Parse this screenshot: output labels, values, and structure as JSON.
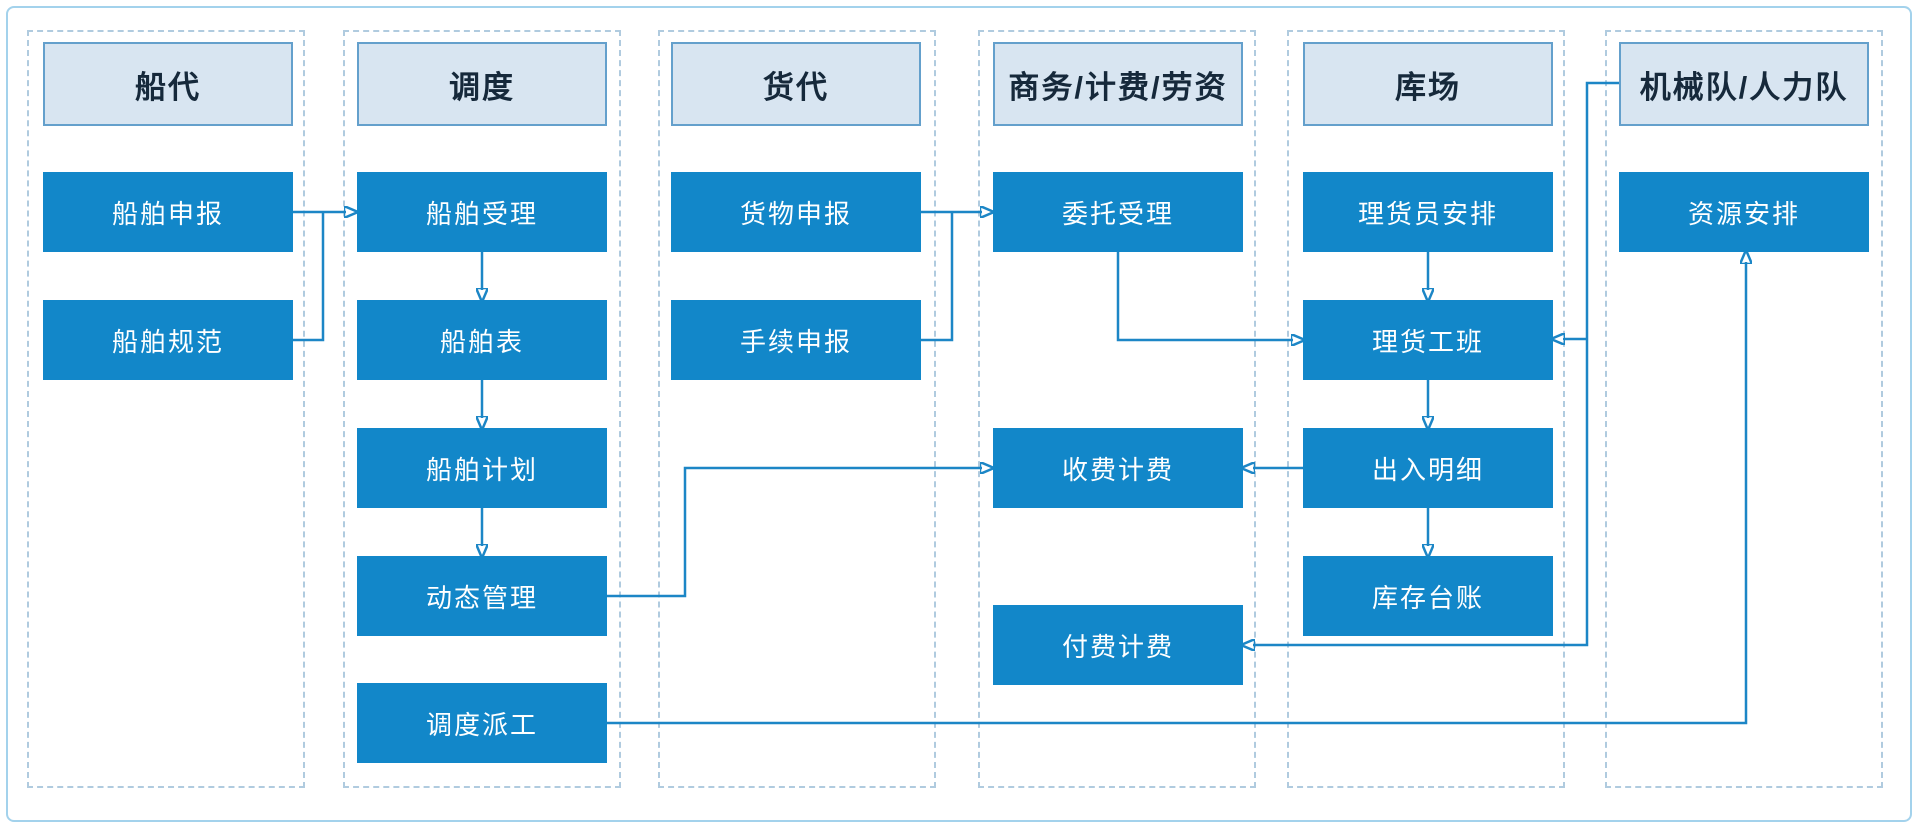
{
  "diagram": {
    "type": "swimlane-flowchart",
    "lanes": [
      {
        "header": "船代",
        "boxes": [
          {
            "label": "船舶申报"
          },
          {
            "label": "船舶规范"
          }
        ]
      },
      {
        "header": "调度",
        "boxes": [
          {
            "label": "船舶受理"
          },
          {
            "label": "船舶表"
          },
          {
            "label": "船舶计划"
          },
          {
            "label": "动态管理"
          },
          {
            "label": "调度派工"
          }
        ]
      },
      {
        "header": "货代",
        "boxes": [
          {
            "label": "货物申报"
          },
          {
            "label": "手续申报"
          }
        ]
      },
      {
        "header": "商务/计费/劳资",
        "boxes": [
          {
            "label": "委托受理"
          },
          {
            "label": "收费计费"
          },
          {
            "label": "付费计费"
          }
        ]
      },
      {
        "header": "库场",
        "boxes": [
          {
            "label": "理货员安排"
          },
          {
            "label": "理货工班"
          },
          {
            "label": "出入明细"
          },
          {
            "label": "库存台账"
          }
        ]
      },
      {
        "header": "机械队/人力队",
        "boxes": [
          {
            "label": "资源安排"
          }
        ]
      }
    ],
    "edges": [
      {
        "from": "船舶申报",
        "to": "船舶受理"
      },
      {
        "from": "船舶规范",
        "to": "船舶受理"
      },
      {
        "from": "船舶受理",
        "to": "船舶表"
      },
      {
        "from": "船舶表",
        "to": "船舶计划"
      },
      {
        "from": "船舶计划",
        "to": "动态管理"
      },
      {
        "from": "动态管理",
        "to": "收费计费"
      },
      {
        "from": "货物申报",
        "to": "委托受理"
      },
      {
        "from": "手续申报",
        "to": "委托受理"
      },
      {
        "from": "委托受理",
        "to": "理货工班"
      },
      {
        "from": "理货员安排",
        "to": "理货工班"
      },
      {
        "from": "理货工班",
        "to": "出入明细"
      },
      {
        "from": "出入明细",
        "to": "库存台账"
      },
      {
        "from": "出入明细",
        "to": "收费计费"
      },
      {
        "from": "机械队/人力队",
        "to": "理货工班"
      },
      {
        "from": "机械队/人力队",
        "to": "付费计费"
      },
      {
        "from": "调度派工",
        "to": "资源安排"
      }
    ],
    "colors": {
      "node_fill": "#1287c9",
      "node_text": "#ffffff",
      "header_fill": "#d8e5f1",
      "header_border": "#64a0cc",
      "header_text": "#16293b",
      "connector": "#1c86c6",
      "lane_dash": "#b0cbdf",
      "outer_border": "#a3d2ec",
      "background": "#ffffff"
    }
  }
}
